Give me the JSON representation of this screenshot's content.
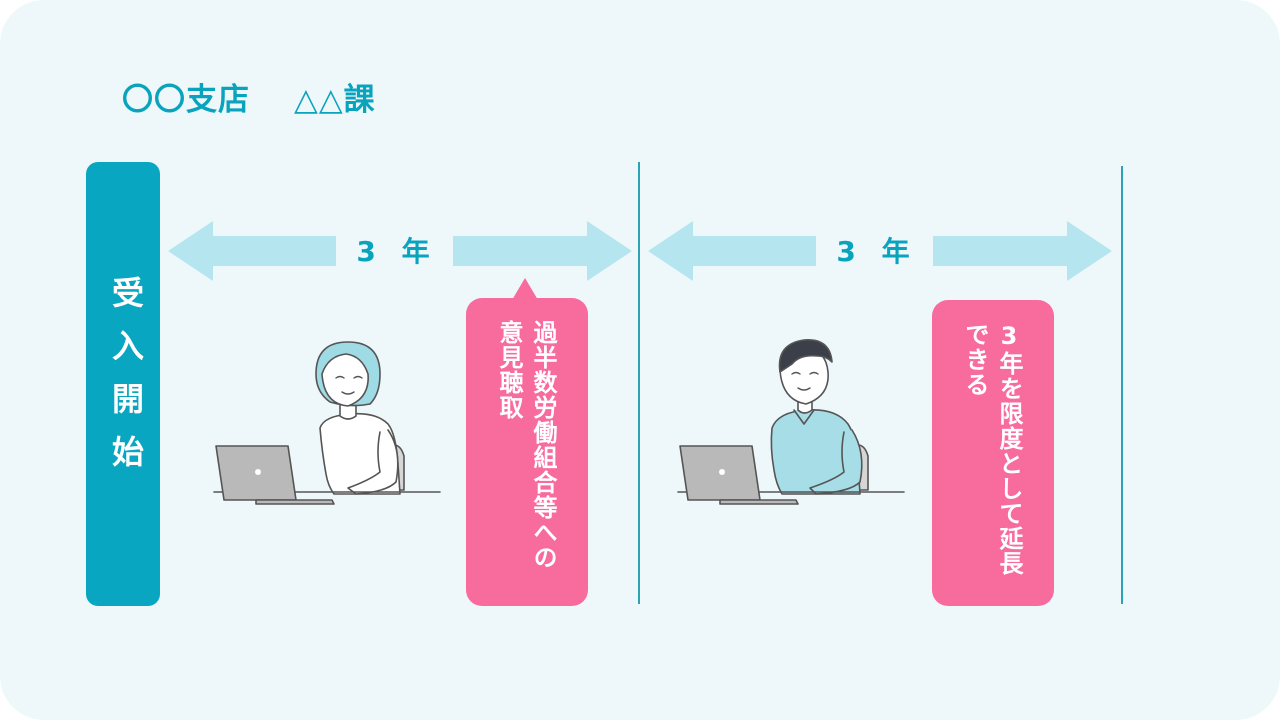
{
  "header": {
    "branch": "〇〇支店",
    "section": "△△課"
  },
  "start_label": "受入開始",
  "periods": [
    {
      "duration": "3 年"
    },
    {
      "duration": "3 年"
    }
  ],
  "callouts": [
    {
      "text": "過半数労働組合等への意見聴取"
    },
    {
      "text": "3年を限度として延長できる"
    }
  ],
  "colors": {
    "background": "#eef8fa",
    "teal": "#08a6c0",
    "arrow": "#b5e6ef",
    "pink": "#f86b9d"
  }
}
